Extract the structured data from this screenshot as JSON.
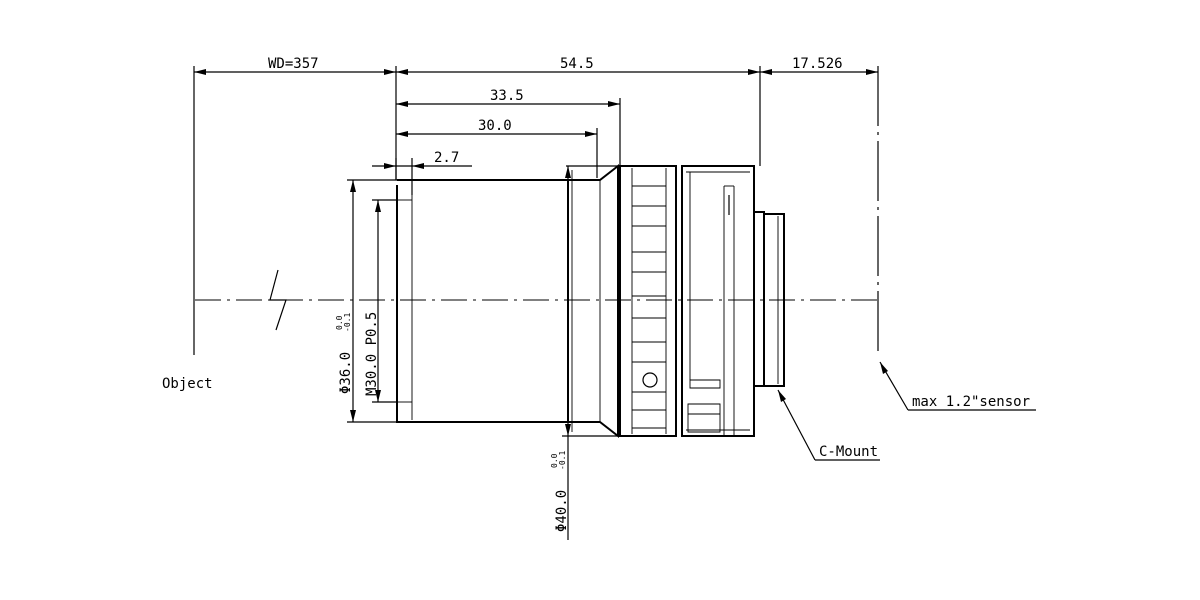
{
  "dimensions": {
    "working_distance": "WD=357",
    "overall_length": "54.5",
    "flange_to_sensor": "17.526",
    "length_33": "33.5",
    "length_30": "30.0",
    "length_2_7": "2.7",
    "front_diameter": "Φ36.0",
    "front_diameter_tol_upper": "0.0",
    "front_diameter_tol_lower": "-0.1",
    "filter_thread": "M30.0 P0.5",
    "body_diameter": "Φ40.0",
    "body_diameter_tol_upper": "0.0",
    "body_diameter_tol_lower": "-0.1"
  },
  "labels": {
    "object": "Object",
    "mount": "C-Mount",
    "sensor": "max 1.2\"sensor"
  }
}
